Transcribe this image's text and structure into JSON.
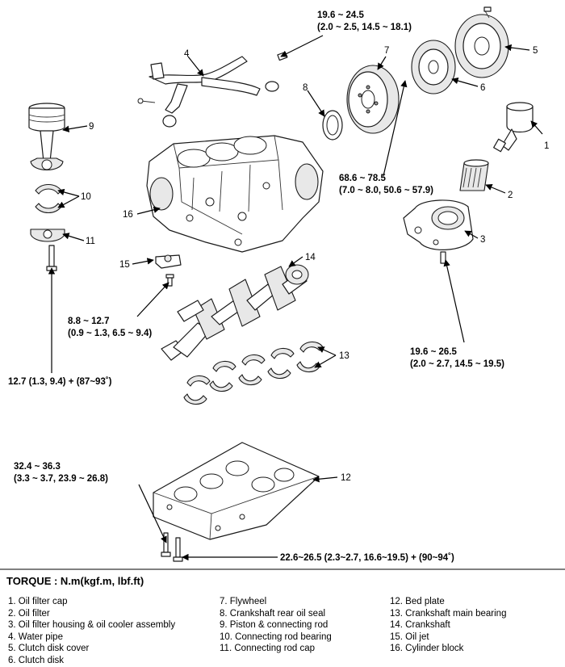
{
  "callouts": {
    "c1": "1",
    "c2": "2",
    "c3": "3",
    "c4": "4",
    "c5": "5",
    "c6": "6",
    "c7": "7",
    "c8": "8",
    "c9": "9",
    "c10": "10",
    "c11": "11",
    "c12": "12",
    "c13": "13",
    "c14": "14",
    "c15": "15",
    "c16": "16"
  },
  "torque_specs": {
    "clutch_cover_line1": "19.6 ~ 24.5",
    "clutch_cover_line2": "(2.0 ~ 2.5, 14.5 ~ 18.1)",
    "flywheel_line1": "68.6 ~ 78.5",
    "flywheel_line2": "(7.0 ~ 8.0, 50.6 ~ 57.9)",
    "oil_filter_housing_line1": "19.6 ~ 26.5",
    "oil_filter_housing_line2": "(2.0 ~ 2.7, 14.5 ~ 19.5)",
    "oil_jet_line1": "8.8 ~ 12.7",
    "oil_jet_line2": "(0.9 ~ 1.3, 6.5 ~ 9.4)",
    "conrod_cap": "12.7 (1.3, 9.4) + (87~93˚)",
    "bed_plate_line1": "32.4 ~ 36.3",
    "bed_plate_line2": "(3.3 ~ 3.7, 23.9 ~ 26.8)",
    "main_bearing_cap": "22.6~26.5 (2.3~2.7, 16.6~19.5) + (90~94˚)"
  },
  "torque_heading": "TORQUE : N.m(kgf.m, lbf.ft)",
  "legend": {
    "col1": [
      "1. Oil filter cap",
      "2. Oil filter",
      "3. Oil filter housing & oil cooler assembly",
      "4. Water pipe",
      "5. Clutch disk cover",
      "6. Clutch disk"
    ],
    "col2": [
      "7. Flywheel",
      "8. Crankshaft rear oil seal",
      "9. Piston & connecting rod",
      "10. Connecting rod bearing",
      "11. Connecting rod cap"
    ],
    "col3": [
      "12. Bed plate",
      "13. Crankshaft main bearing",
      "14. Crankshaft",
      "15. Oil jet",
      "16. Cylinder block"
    ]
  }
}
